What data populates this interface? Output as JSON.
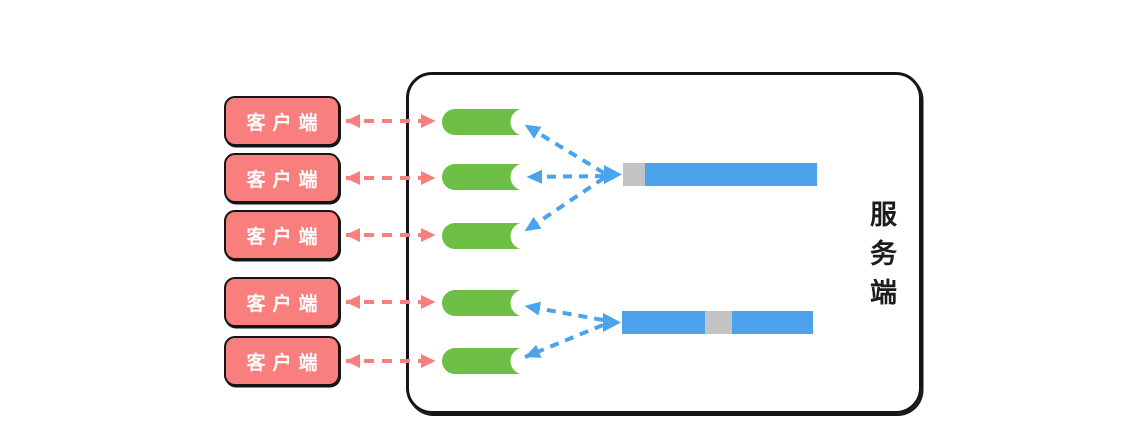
{
  "clients": [
    {
      "label": "客户端"
    },
    {
      "label": "客户端"
    },
    {
      "label": "客户端"
    },
    {
      "label": "客户端"
    },
    {
      "label": "客户端"
    }
  ],
  "server": {
    "label": "服务端"
  },
  "workers": {
    "count": 5,
    "shape": "green-notched-pill"
  },
  "buffers": [
    {
      "segments": [
        {
          "color_role": "gray"
        },
        {
          "color_role": "blue"
        }
      ]
    },
    {
      "segments": [
        {
          "color_role": "blue"
        },
        {
          "color_role": "gray"
        },
        {
          "color_role": "blue"
        }
      ]
    }
  ],
  "connections": {
    "client_to_worker": {
      "style": "red-dashed-double-arrow",
      "count": 5
    },
    "buffer_to_worker": [
      {
        "from": "buffer-1",
        "to_workers": [
          1,
          2,
          3
        ]
      },
      {
        "from": "buffer-2",
        "to_workers": [
          4,
          5
        ]
      }
    ]
  },
  "colors": {
    "client_fill": "#F97E7E",
    "client_text": "#FFFFFF",
    "outline": "#151515",
    "server_text": "#1C1C1C",
    "arrow_red": "#F97E7E",
    "worker_green": "#6CBE44",
    "arrow_blue": "#4BA3EC",
    "buffer_blue": "#4BA3EC",
    "buffer_gray": "#C3C3C3",
    "background": "#FFFFFF"
  }
}
